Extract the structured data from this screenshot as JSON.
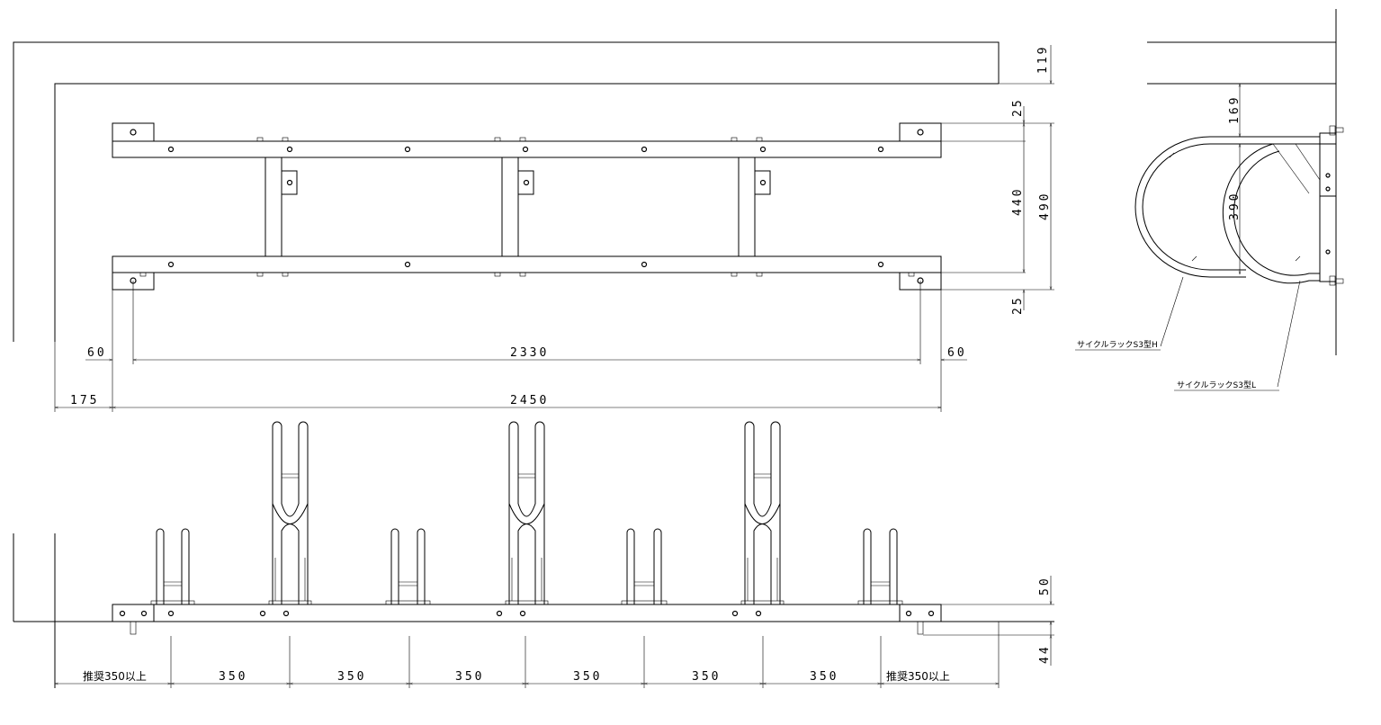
{
  "dimensions": {
    "top_offset": "119",
    "upper_margin": "25",
    "lower_margin": "25",
    "inner_span": "440",
    "outer_span": "490",
    "side_a": "60",
    "side_b": "60",
    "anchor_span": "2330",
    "overall_length": "2450",
    "wall_gap": "175",
    "side_top_offset": "169",
    "side_depth": "390",
    "front_height": "50",
    "front_below": "44",
    "pitch": [
      "350",
      "350",
      "350",
      "350",
      "350",
      "350"
    ],
    "recommend_left": "推奨350以上",
    "recommend_right": "推奨350以上"
  },
  "labels": {
    "rack_h": "サイクルラックS3型H",
    "rack_l": "サイクルラックS3型L"
  }
}
